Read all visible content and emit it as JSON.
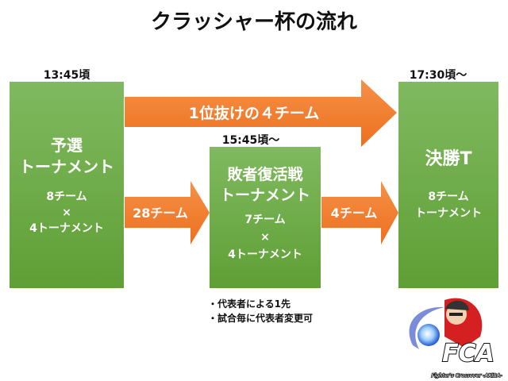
{
  "title": "クラッシャー杯の流れ",
  "colors": {
    "green_top": "#80b960",
    "green_bottom": "#5f9f35",
    "orange": "#f07a2a",
    "orange_light": "#f4914a"
  },
  "stages": [
    {
      "time": "13:45頃",
      "title_line1": "予選",
      "title_line2": "トーナメント",
      "detail_line1": "8チーム",
      "detail_line2": "×",
      "detail_line3": "4トーナメント"
    },
    {
      "time": "15:45頃～",
      "title_line1": "敗者復活戦",
      "title_line2": "トーナメント",
      "detail_line1": "7チーム",
      "detail_line2": "×",
      "detail_line3": "4トーナメント"
    },
    {
      "time": "17:30頃～",
      "title_line1": "決勝T",
      "detail_line1": "8チーム",
      "detail_line2": "トーナメント"
    }
  ],
  "arrows": {
    "top": "1位抜けの４チーム",
    "to_repechage": "28チーム",
    "to_final": "4チーム"
  },
  "notes": [
    "・代表者による1先",
    "・試合毎に代表者変更可"
  ],
  "logo": {
    "text": "FCA",
    "subtitle": "Fighter's Crossover -AKIBA-"
  }
}
